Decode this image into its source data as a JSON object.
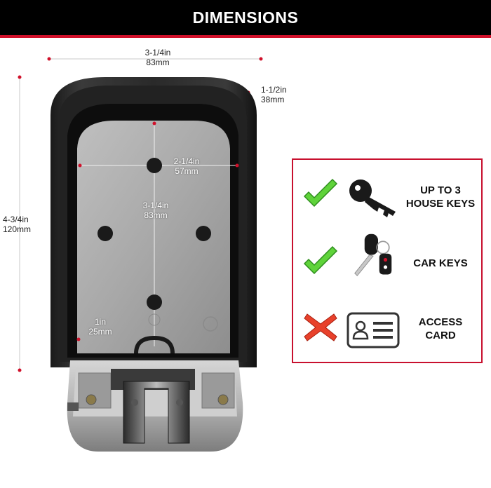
{
  "header": {
    "title": "DIMENSIONS",
    "accent_color": "#d0102a",
    "background": "#000000"
  },
  "dimensions": {
    "width": {
      "imperial": "3-1/4in",
      "metric": "83mm"
    },
    "depth": {
      "imperial": "1-1/2in",
      "metric": "38mm"
    },
    "height": {
      "imperial": "4-3/4in",
      "metric": "120mm"
    },
    "inner_width": {
      "imperial": "2-1/4in",
      "metric": "57mm"
    },
    "inner_height": {
      "imperial": "3-1/4in",
      "metric": "83mm"
    },
    "shackle": {
      "imperial": "1in",
      "metric": "25mm"
    }
  },
  "features": {
    "border_color": "#c8102e",
    "items": [
      {
        "label": "UP TO 3\nHOUSE KEYS",
        "status": "yes",
        "status_icon": "green-check-icon",
        "icon": "house-key-icon"
      },
      {
        "label": "CAR KEYS",
        "status": "yes",
        "status_icon": "green-check-icon",
        "icon": "car-key-icon"
      },
      {
        "label": "ACCESS\nCARD",
        "status": "no",
        "status_icon": "red-cross-icon",
        "icon": "id-card-icon"
      }
    ]
  }
}
